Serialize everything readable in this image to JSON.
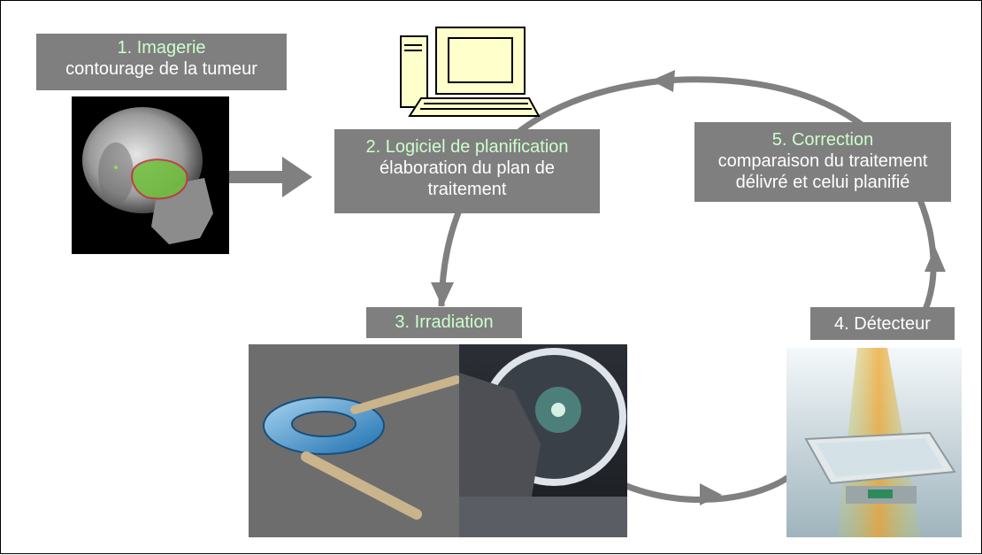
{
  "steps": [
    {
      "title": "1. Imagerie",
      "subtitle": "contourage de la tumeur"
    },
    {
      "title": "2. Logiciel de planification",
      "subtitle": "élaboration du plan de traitement"
    },
    {
      "title": "3. Irradiation",
      "subtitle": ""
    },
    {
      "title": "4. Détecteur",
      "subtitle": ""
    },
    {
      "title": "5. Correction",
      "subtitle": "comparaison du traitement délivré et celui planifié"
    }
  ],
  "colors": {
    "box_bg": "#7f7f7f",
    "title_text": "#ccffcc",
    "body_text": "#ffffff",
    "arrow": "#808080"
  }
}
